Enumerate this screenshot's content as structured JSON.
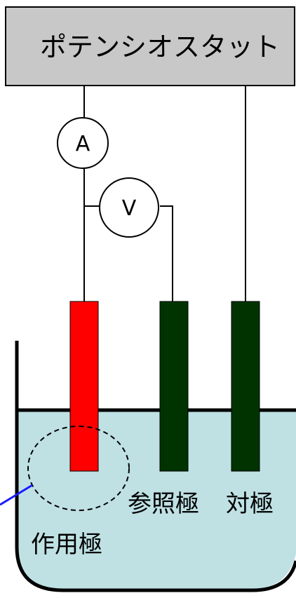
{
  "potentiostat": {
    "label": "ポテンシオスタット"
  },
  "meters": {
    "ammeter": {
      "label": "A"
    },
    "voltmeter": {
      "label": "V"
    }
  },
  "electrodes": {
    "working": {
      "label": "作用極",
      "color": "#ff0000"
    },
    "reference": {
      "label": "参照極",
      "color": "#003300"
    },
    "counter": {
      "label": "対極",
      "color": "#003300"
    }
  },
  "colors": {
    "potentiostat_box": "#c8c8c8",
    "electrolyte": "#bfe1e4",
    "pointer_line": "#1a1aff",
    "wire": "#000000"
  }
}
